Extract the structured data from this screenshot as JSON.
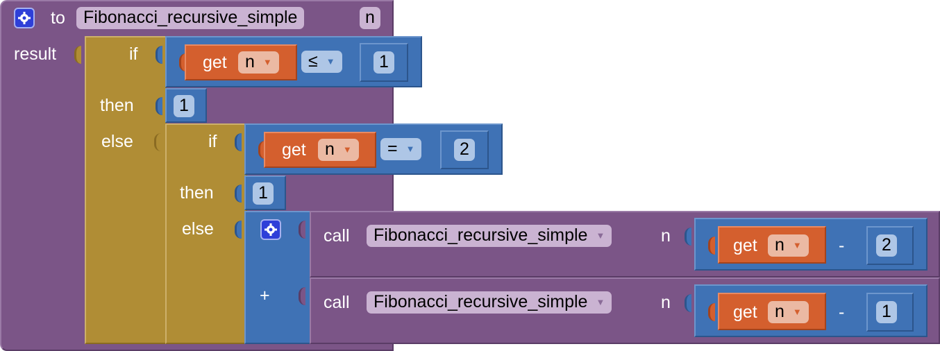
{
  "procedure": {
    "keyword_to": "to",
    "name": "Fibonacci_recursive_simple",
    "param": "n",
    "result_label": "result"
  },
  "outer_if": {
    "if_label": "if",
    "then_label": "then",
    "else_label": "else",
    "condition": {
      "get_label": "get",
      "var": "n",
      "operator": "≤",
      "value": "1"
    },
    "then_value": "1"
  },
  "inner_if": {
    "if_label": "if",
    "then_label": "then",
    "else_label": "else",
    "condition": {
      "get_label": "get",
      "var": "n",
      "operator": "=",
      "value": "2"
    },
    "then_value": "1"
  },
  "sum": {
    "operator": "+",
    "calls": [
      {
        "call_label": "call",
        "proc": "Fibonacci_recursive_simple",
        "arg_label": "n",
        "get_label": "get",
        "var": "n",
        "operator": "-",
        "value": "2"
      },
      {
        "call_label": "call",
        "proc": "Fibonacci_recursive_simple",
        "arg_label": "n",
        "get_label": "get",
        "var": "n",
        "operator": "-",
        "value": "1"
      }
    ]
  },
  "colors": {
    "procedure": "#7b5587",
    "control": "#b08d35",
    "math": "#3f72b5",
    "variable": "#d45f2e",
    "mutator_icon": "#2e3fd8"
  }
}
